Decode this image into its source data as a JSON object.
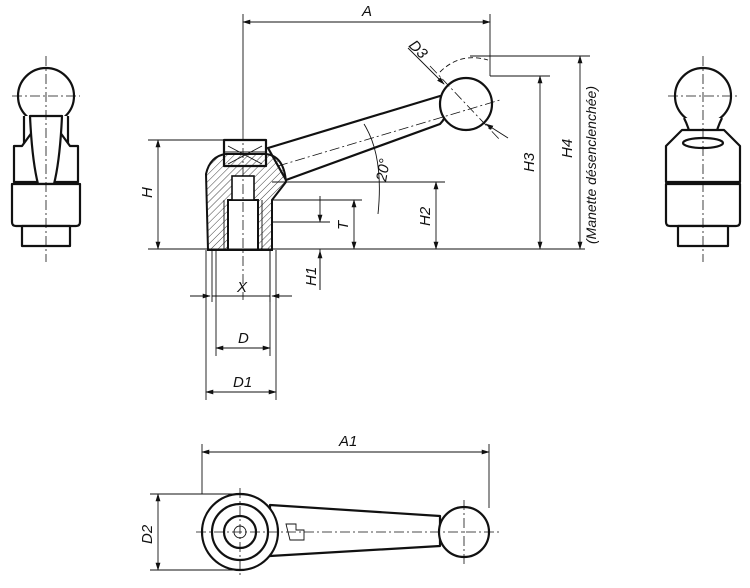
{
  "labels": {
    "A": "A",
    "A1": "A1",
    "D": "D",
    "D1": "D1",
    "D2": "D2",
    "D3": "D3",
    "H": "H",
    "H1": "H1",
    "H2": "H2",
    "H3": "H3",
    "H4": "H4",
    "T": "T",
    "X": "X",
    "angle": "20°",
    "note": "(Manette désenclenchée)"
  }
}
